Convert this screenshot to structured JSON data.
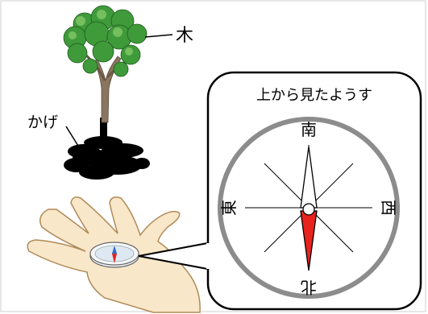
{
  "labels": {
    "tree": "木",
    "shadow": "かげ",
    "callout_title": "上から見たようす"
  },
  "compass": {
    "directions": {
      "south": "南",
      "north": "北",
      "east": "東",
      "west": "西"
    }
  },
  "colors": {
    "needle_north": "#e8231e",
    "needle_south": "#ffffff",
    "foliage": "#3f9a3a",
    "trunk": "#8a7560",
    "shadow": "#000000",
    "skin": "#f8e7c8",
    "ring": "#8c8c8c"
  }
}
